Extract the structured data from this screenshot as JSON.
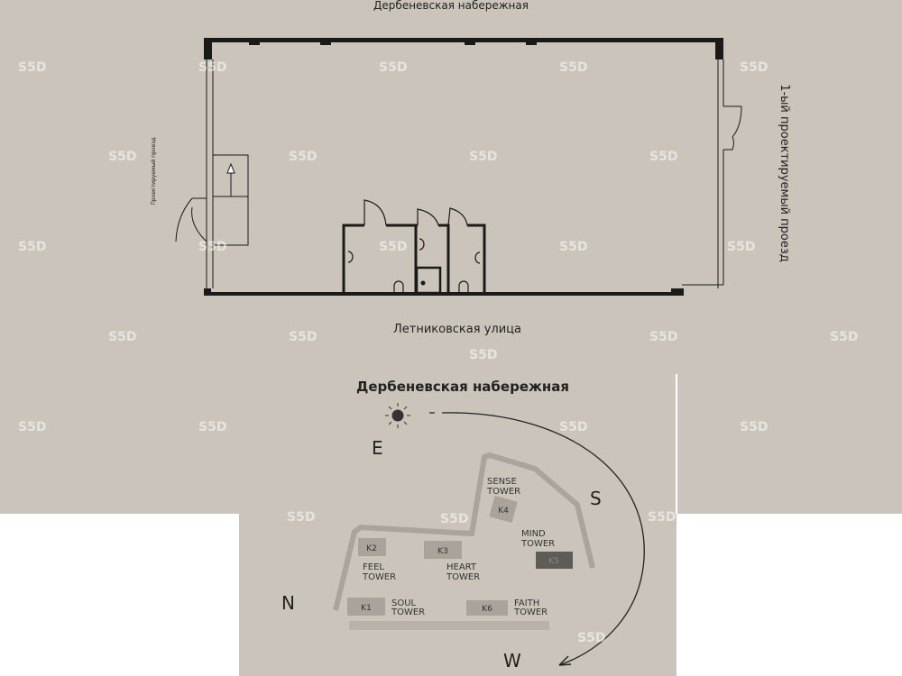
{
  "floor_plan": {
    "street_top": "Дербеневская набережная",
    "street_bottom": "Летниковская улица",
    "street_left": "Проектируемый проезд",
    "street_right": "1-ый проектируемый проезд"
  },
  "site_plan": {
    "title": "Дербеневская набережная",
    "compass": {
      "east": "E",
      "south": "S",
      "north": "N",
      "west": "W"
    },
    "towers": [
      {
        "code": "K1",
        "name_line1": "SOUL",
        "name_line2": "TOWER"
      },
      {
        "code": "K2",
        "name_line1": "FEEL",
        "name_line2": "TOWER"
      },
      {
        "code": "K3",
        "name_line1": "HEART",
        "name_line2": "TOWER"
      },
      {
        "code": "K4",
        "name_line1": "SENSE",
        "name_line2": "TOWER"
      },
      {
        "code": "K5",
        "name_line1": "MIND",
        "name_line2": "TOWER"
      },
      {
        "code": "K6",
        "name_line1": "FAITH",
        "name_line2": "TOWER"
      }
    ]
  },
  "watermark": "S5D",
  "colors": {
    "background": "#cbc4ba",
    "wall": "#1a1a1a",
    "tower": "#a9a39b",
    "tower_dark": "#5f5b57"
  }
}
